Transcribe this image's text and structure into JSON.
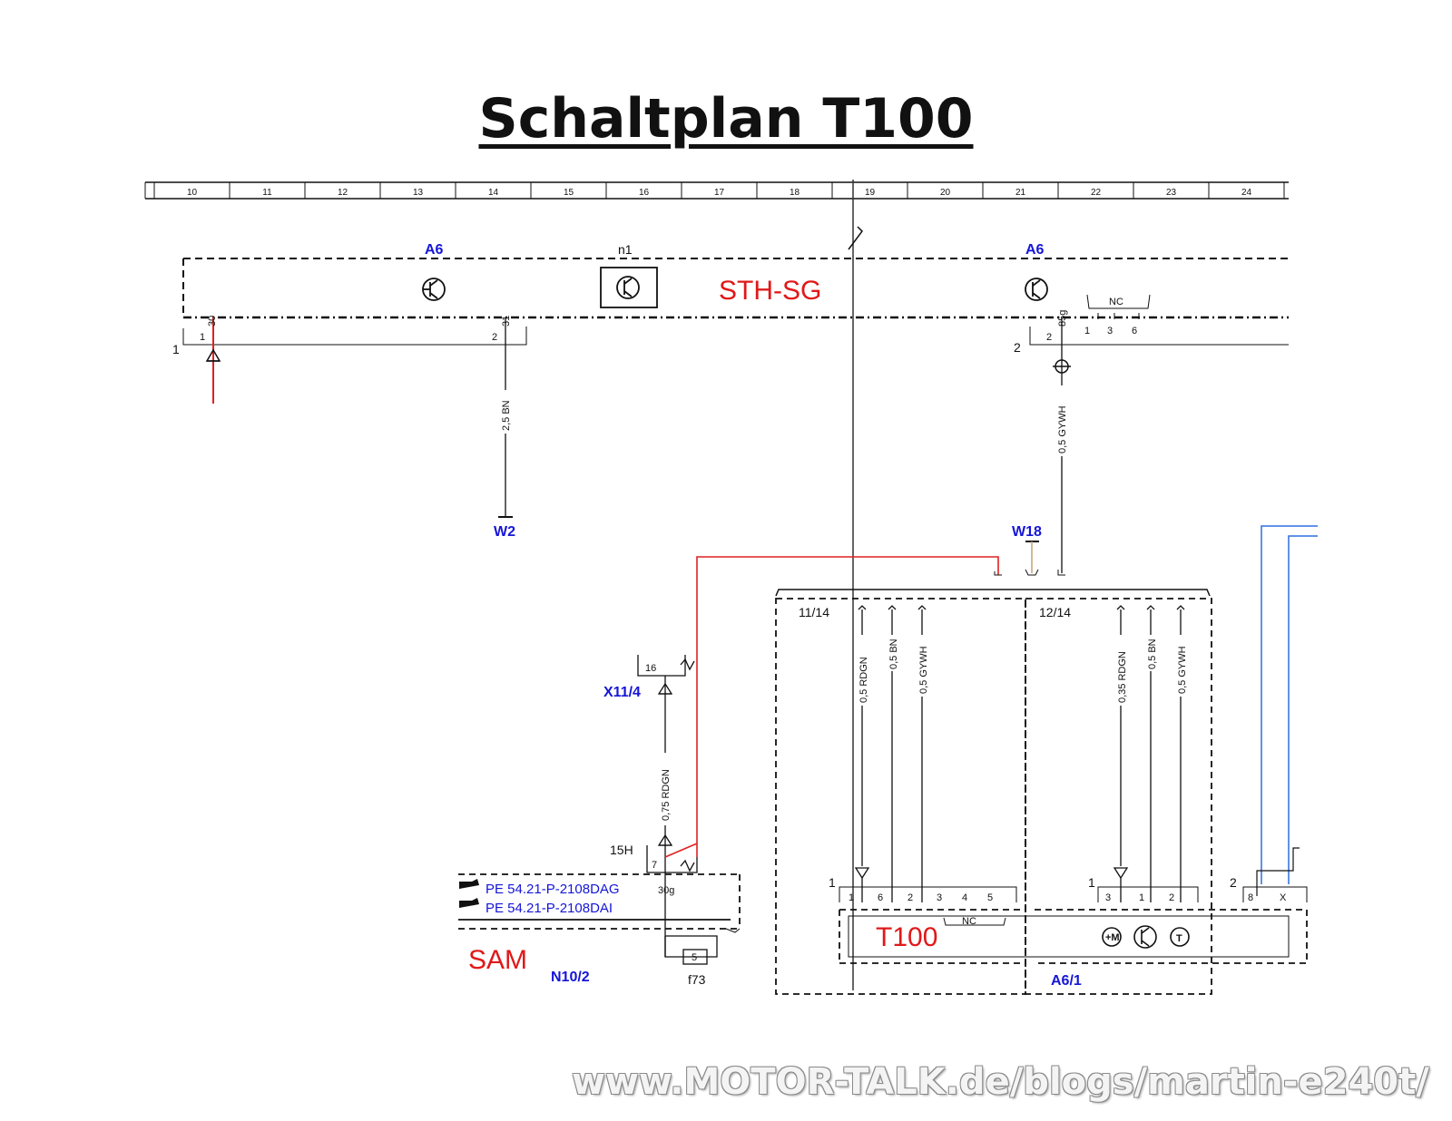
{
  "title": "Schaltplan T100",
  "watermark": "www.MOTOR-TALK.de/blogs/martin-e240t/",
  "ruler": [
    "10",
    "11",
    "12",
    "13",
    "14",
    "15",
    "16",
    "17",
    "18",
    "19",
    "20",
    "21",
    "22",
    "23",
    "24"
  ],
  "labels": {
    "a6_left": "A6",
    "n1": "n1",
    "sth_sg": "STH-SG",
    "a6_right": "A6",
    "pin_left_1": "1",
    "pin_left_2": "2",
    "pin_right_2": "2",
    "pins_136": [
      "1",
      "3",
      "6"
    ],
    "nc": "NC",
    "wire_25bn": "2,5 BN",
    "wire_05gywh": "0,5 GYWH",
    "w2": "W2",
    "w18": "W18",
    "sec_1114": "11/14",
    "sec_1214": "12/14",
    "w_05rdgn": "0,5 RDGN",
    "w_05bn": "0,5 BN",
    "w_05gywh": "0,5 GYWH",
    "w_035rdgn": "0,35 RDGN",
    "w_05bn_b": "0,5 BN",
    "w_05gywh_b": "0,5 GYWH",
    "x114": "X11/4",
    "w_075rdgn": "0,75 RDGN",
    "h15": "15H",
    "pe1": "PE 54.21-P-2108DAG",
    "pe2": "PE 54.21-P-2108DAI",
    "sam": "SAM",
    "n102": "N10/2",
    "f73": "f73",
    "t100": "T100",
    "a61": "A6/1",
    "pin16": "16",
    "pin7": "7",
    "pin30g": "30g",
    "pin5": "5",
    "t100_pins": [
      "1",
      "6",
      "2",
      "3",
      "4",
      "5"
    ],
    "a61_pins": [
      "3",
      "1",
      "2"
    ],
    "right_pins": [
      "8",
      "X"
    ],
    "num_1a": "1",
    "num_1b": "1",
    "num_2": "2",
    "pin_30": "30",
    "pin_31": "31",
    "pin_85g": "85g"
  },
  "colors": {
    "ink": "#111111",
    "red_wire": "#e02020",
    "blue_wire": "#2f6fe0",
    "label_blue": "#1515d8",
    "label_red": "#e01818"
  }
}
